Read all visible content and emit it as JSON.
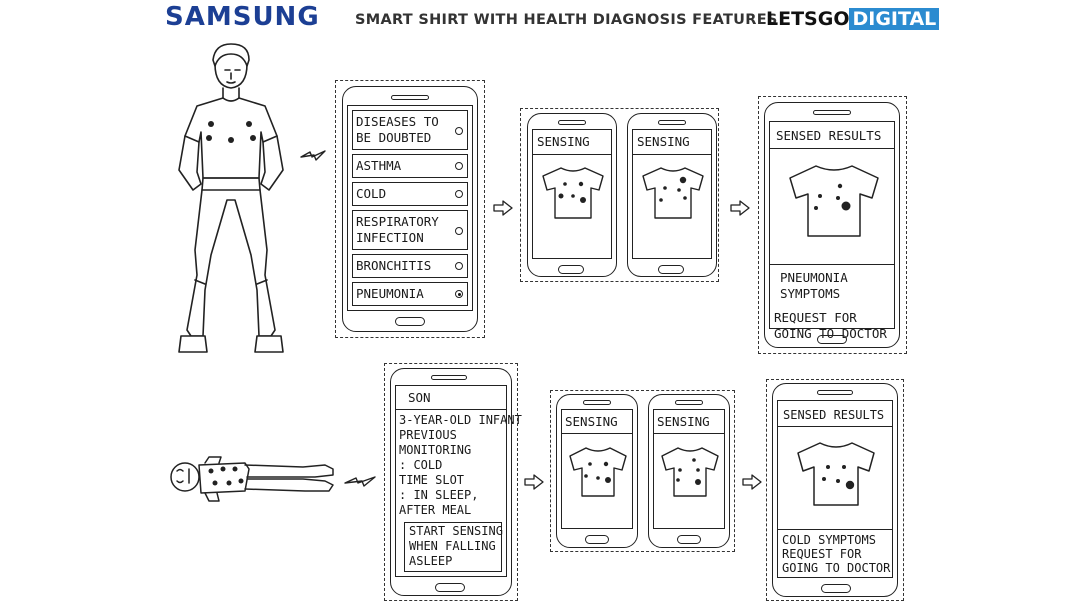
{
  "header": {
    "samsung_logo": "SAMSUNG",
    "title": "SMART SHIRT WITH HEALTH DIAGNOSIS FEATURES",
    "letsgo": "LETSGO",
    "digital": "DIGITAL"
  },
  "row1": {
    "diseases_phone": {
      "items": [
        {
          "label": "DISEASES TO\nBE DOUBTED",
          "selected": false
        },
        {
          "label": "ASTHMA",
          "selected": false
        },
        {
          "label": "COLD",
          "selected": false
        },
        {
          "label": "RESPIRATORY\nINFECTION",
          "selected": false
        },
        {
          "label": "BRONCHITIS",
          "selected": false
        },
        {
          "label": "PNEUMONIA",
          "selected": true
        }
      ]
    },
    "sensing_1": "SENSING",
    "sensing_2": "SENSING",
    "results_title": "SENSED RESULTS",
    "results_symptoms": "PNEUMONIA\nSYMPTOMS",
    "results_request": "REQUEST FOR\nGOING TO DOCTOR"
  },
  "row2": {
    "profile_name": "SON",
    "profile_details": "3-YEAR-OLD INFANT\nPREVIOUS\nMONITORING\n: COLD\nTIME SLOT\n: IN SLEEP,\nAFTER MEAL",
    "start_sensing": "START SENSING\nWHEN FALLING\nASLEEP",
    "sensing_1": "SENSING",
    "sensing_2": "SENSING",
    "results_title": "SENSED RESULTS",
    "results_text": "COLD SYMPTOMS\nREQUEST FOR\nGOING TO DOCTOR"
  },
  "icons": [
    "man-figure-icon",
    "infant-figure-icon",
    "wireless-signal-icon",
    "arrow-right-icon",
    "shirt-icon",
    "sensor-dot-icon"
  ]
}
